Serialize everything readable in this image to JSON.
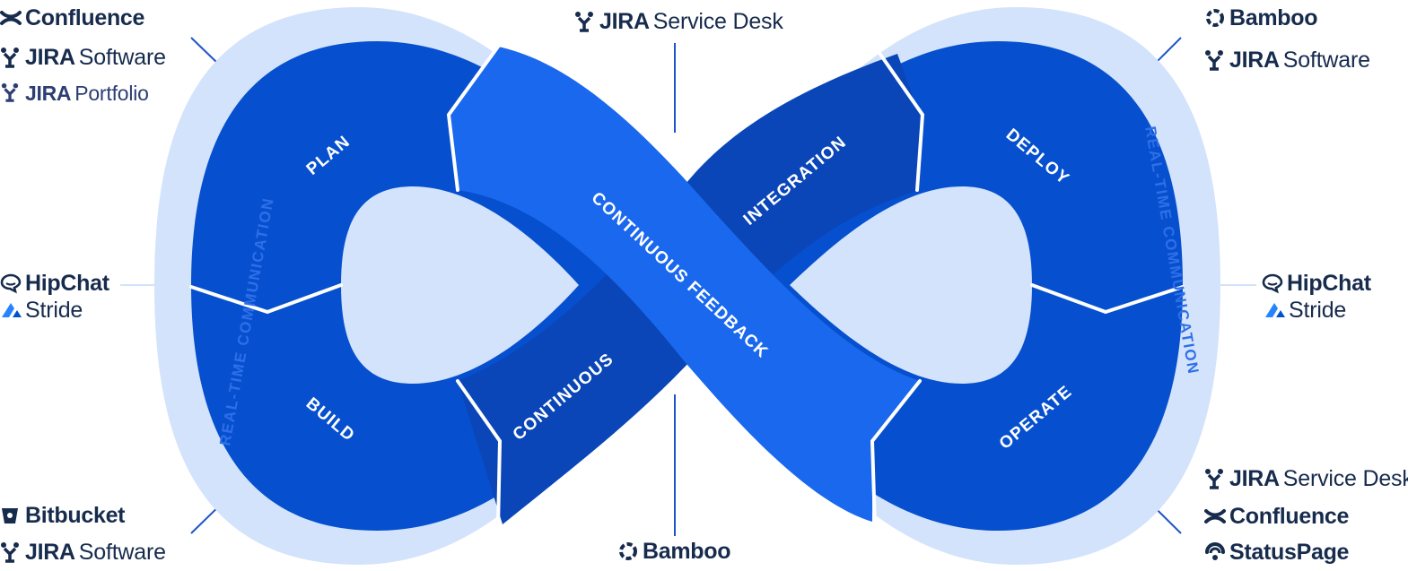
{
  "diagram": {
    "segments": {
      "plan": "PLAN",
      "build": "BUILD",
      "continuous": "CONTINUOUS",
      "integration": "INTEGRATION",
      "deploy": "DEPLOY",
      "operate": "OPERATE",
      "feedback": "CONTINUOUS FEEDBACK"
    },
    "ring_left": "REAL-TIME COMMUNICATION",
    "ring_right": "REAL-TIME COMMUNICATION"
  },
  "tools": {
    "top_left": [
      {
        "brand": "Confluence",
        "product": "",
        "icon": "confluence-icon"
      },
      {
        "brand": "JIRA",
        "product": "Software",
        "icon": "jira-icon"
      },
      {
        "brand": "JIRA",
        "product": "Portfolio",
        "icon": "jira-icon"
      }
    ],
    "top_center": [
      {
        "brand": "JIRA",
        "product": "Service Desk",
        "icon": "jira-icon"
      }
    ],
    "top_right": [
      {
        "brand": "Bamboo",
        "product": "",
        "icon": "bamboo-icon"
      },
      {
        "brand": "JIRA",
        "product": "Software",
        "icon": "jira-icon"
      }
    ],
    "mid_left": [
      {
        "brand": "HipChat",
        "product": "",
        "icon": "hipchat-icon"
      },
      {
        "brand": "",
        "product": "Stride",
        "icon": "stride-icon"
      }
    ],
    "mid_right": [
      {
        "brand": "HipChat",
        "product": "",
        "icon": "hipchat-icon"
      },
      {
        "brand": "",
        "product": "Stride",
        "icon": "stride-icon"
      }
    ],
    "bottom_left": [
      {
        "brand": "Bitbucket",
        "product": "",
        "icon": "bitbucket-icon"
      },
      {
        "brand": "JIRA",
        "product": "Software",
        "icon": "jira-icon"
      }
    ],
    "bottom_center": [
      {
        "brand": "Bamboo",
        "product": "",
        "icon": "bamboo-icon"
      }
    ],
    "bottom_right": [
      {
        "brand": "JIRA",
        "product": "Service Desk",
        "icon": "jira-icon"
      },
      {
        "brand": "Confluence",
        "product": "",
        "icon": "confluence-icon"
      },
      {
        "brand": "StatusPage",
        "product": "",
        "icon": "statuspage-icon"
      }
    ]
  },
  "colors": {
    "ring": "#D3E3FB",
    "loop_dark": "#0747C2",
    "loop_mid": "#0052CC",
    "band": "#1A6CF0",
    "divider": "#ffffff",
    "connector": "#1F55C8",
    "text_dark": "#172B4D"
  }
}
